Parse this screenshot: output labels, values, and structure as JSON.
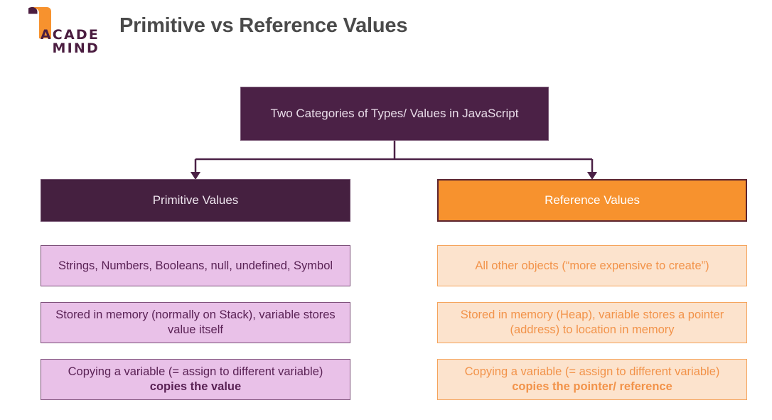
{
  "slide": {
    "title": "Primitive vs Reference Values",
    "background_color": "#ffffff",
    "title_color": "#4a4a4a"
  },
  "logo": {
    "name": "academind-logo",
    "line1": "ACADE",
    "line2": "MIND",
    "mark_color": "#f7922e",
    "text_color": "#4b1d40"
  },
  "diagram": {
    "type": "tree",
    "root": {
      "label": "Two Categories of Types/ Values in JavaScript",
      "background": "#4b2146",
      "text_color": "#e8dce8"
    },
    "branches": [
      {
        "key": "primitive",
        "header": "Primitive Values",
        "header_background": "#452040",
        "header_text_color": "#efe6ef",
        "detail_background": "#e9c1e8",
        "detail_border": "#7b4f78",
        "detail_text_color": "#5a2255",
        "details": [
          {
            "text": "Strings, Numbers, Booleans, null, undefined, Symbol",
            "plain": "Strings, Numbers, Booleans, null, undefined, Symbol",
            "bold": ""
          },
          {
            "text": "Stored in memory (normally on Stack), variable stores value itself",
            "plain": "Stored in memory (normally on Stack), variable stores value itself",
            "bold": ""
          },
          {
            "text": "Copying a variable (= assign to different variable) copies the value",
            "plain": "Copying a variable (= assign to different variable) ",
            "bold": "copies the value"
          }
        ]
      },
      {
        "key": "reference",
        "header": "Reference Values",
        "header_background": "#f7922e",
        "header_text_color": "#ffffff",
        "detail_background": "#fce3cd",
        "detail_border": "#f5a35a",
        "detail_text_color": "#f2934a",
        "details": [
          {
            "text": "All other objects (“more expensive to create”)",
            "plain": "All other objects (“more expensive to create”)",
            "bold": ""
          },
          {
            "text": "Stored in memory (Heap), variable stores a pointer (address) to location in memory",
            "plain": "Stored in memory (Heap), variable stores a pointer (address) to location in memory",
            "bold": ""
          },
          {
            "text": "Copying a variable (= assign to different variable) copies the pointer/ reference",
            "plain": "Copying a variable (= assign to different variable) ",
            "bold": "copies the pointer/ reference"
          }
        ]
      }
    ],
    "connector_color": "#4b2146"
  }
}
